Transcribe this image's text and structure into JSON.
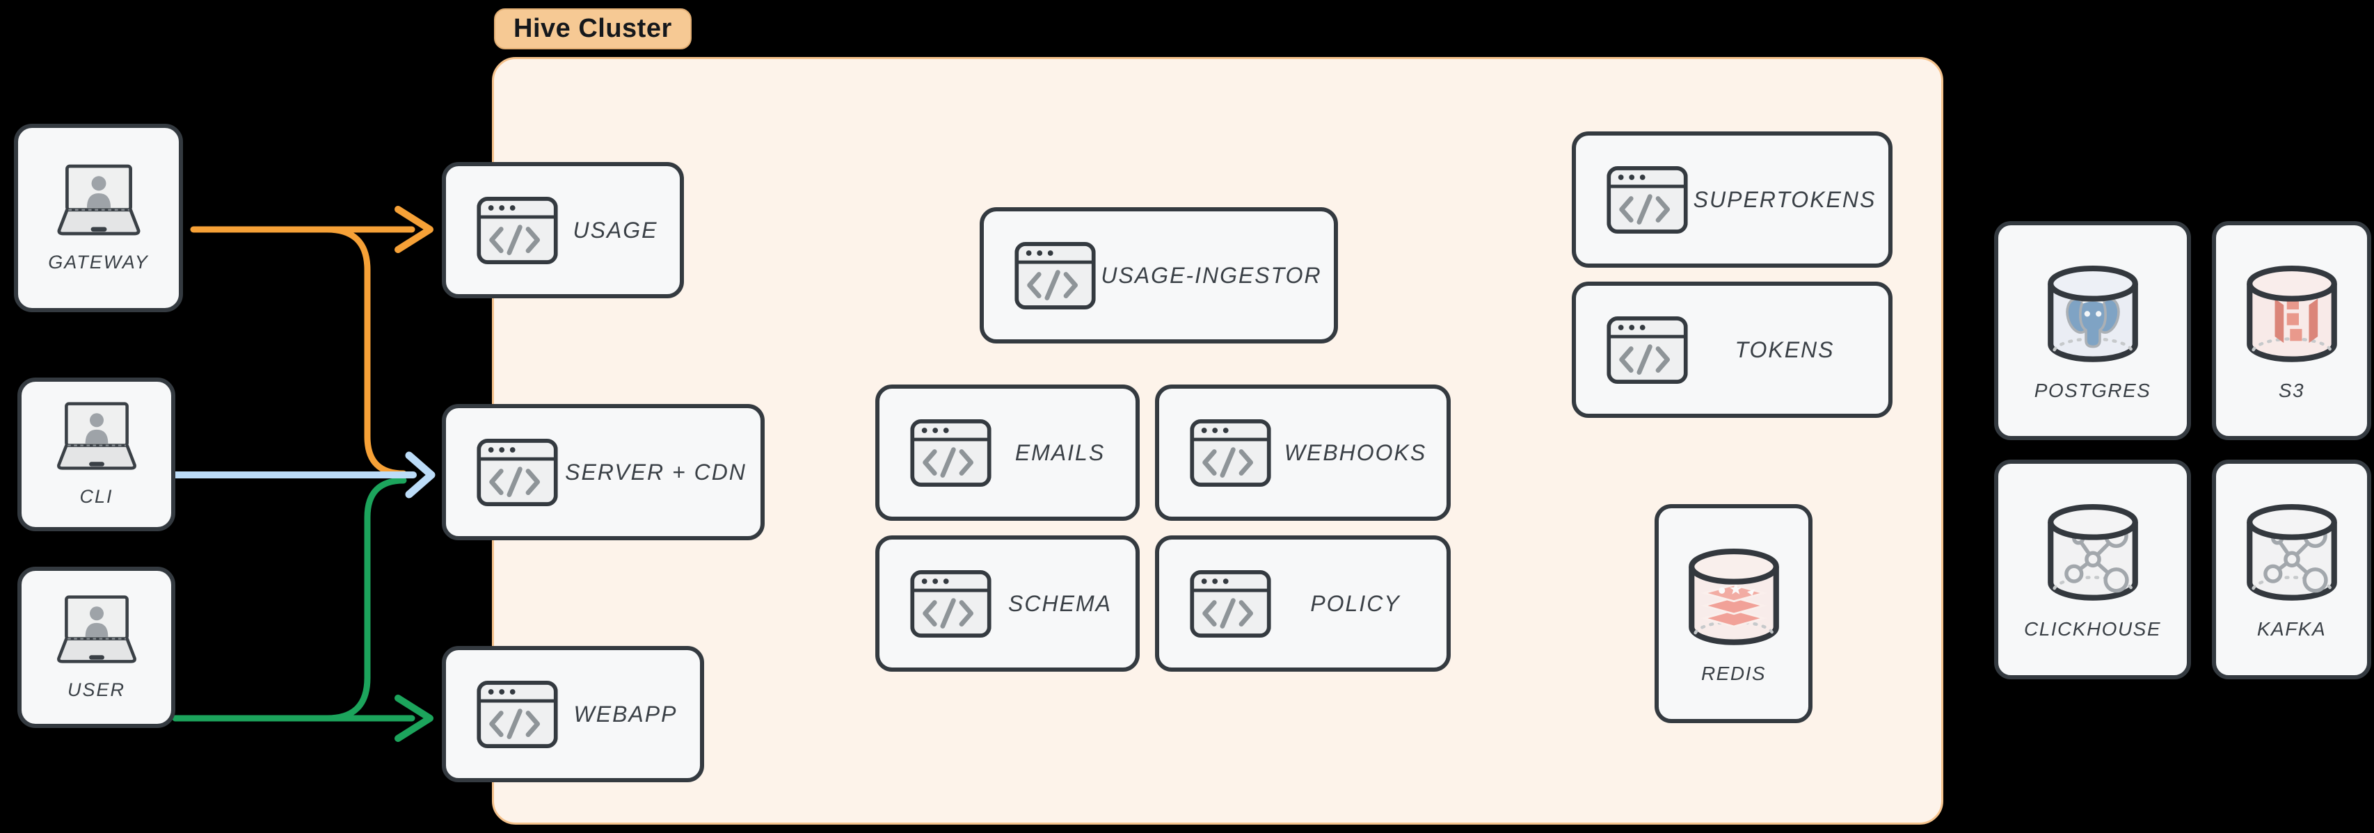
{
  "cluster": {
    "label": "Hive Cluster"
  },
  "actors": [
    {
      "id": "gateway",
      "label": "GATEWAY"
    },
    {
      "id": "cli",
      "label": "CLI"
    },
    {
      "id": "user",
      "label": "USER"
    }
  ],
  "services": [
    {
      "id": "usage",
      "label": "USAGE"
    },
    {
      "id": "server-cdn",
      "label": "SERVER + CDN"
    },
    {
      "id": "webapp",
      "label": "WEBAPP"
    },
    {
      "id": "usage-ingestor",
      "label": "USAGE-INGESTOR"
    },
    {
      "id": "emails",
      "label": "EMAILS"
    },
    {
      "id": "webhooks",
      "label": "WEBHOOKS"
    },
    {
      "id": "schema",
      "label": "SCHEMA"
    },
    {
      "id": "policy",
      "label": "POLICY"
    },
    {
      "id": "supertokens",
      "label": "SUPERTOKENS"
    },
    {
      "id": "tokens",
      "label": "TOKENS"
    }
  ],
  "datastores": [
    {
      "id": "redis",
      "label": "REDIS"
    },
    {
      "id": "postgres",
      "label": "POSTGRES"
    },
    {
      "id": "s3",
      "label": "S3"
    },
    {
      "id": "clickhouse",
      "label": "CLICKHOUSE"
    },
    {
      "id": "kafka",
      "label": "KAFKA"
    }
  ],
  "edges": [
    {
      "from": "GATEWAY",
      "to": "USAGE",
      "color_name": "orange"
    },
    {
      "from": "GATEWAY",
      "to": "SERVER + CDN",
      "color_name": "orange"
    },
    {
      "from": "CLI",
      "to": "SERVER + CDN",
      "color_name": "blue"
    },
    {
      "from": "USER",
      "to": "SERVER + CDN",
      "color_name": "green"
    },
    {
      "from": "USER",
      "to": "WEBAPP",
      "color_name": "green"
    }
  ],
  "colors": {
    "arrow_orange": "#F6A137",
    "arrow_blue": "#BCDCF8",
    "arrow_green": "#1CA45C",
    "cluster_fill": "#FDF3EA",
    "cluster_border": "#F5C28C",
    "tag_fill": "#F6C994",
    "node_border": "#343A40",
    "node_fill": "#F7F8F9",
    "canvas_bg": "#000000"
  }
}
